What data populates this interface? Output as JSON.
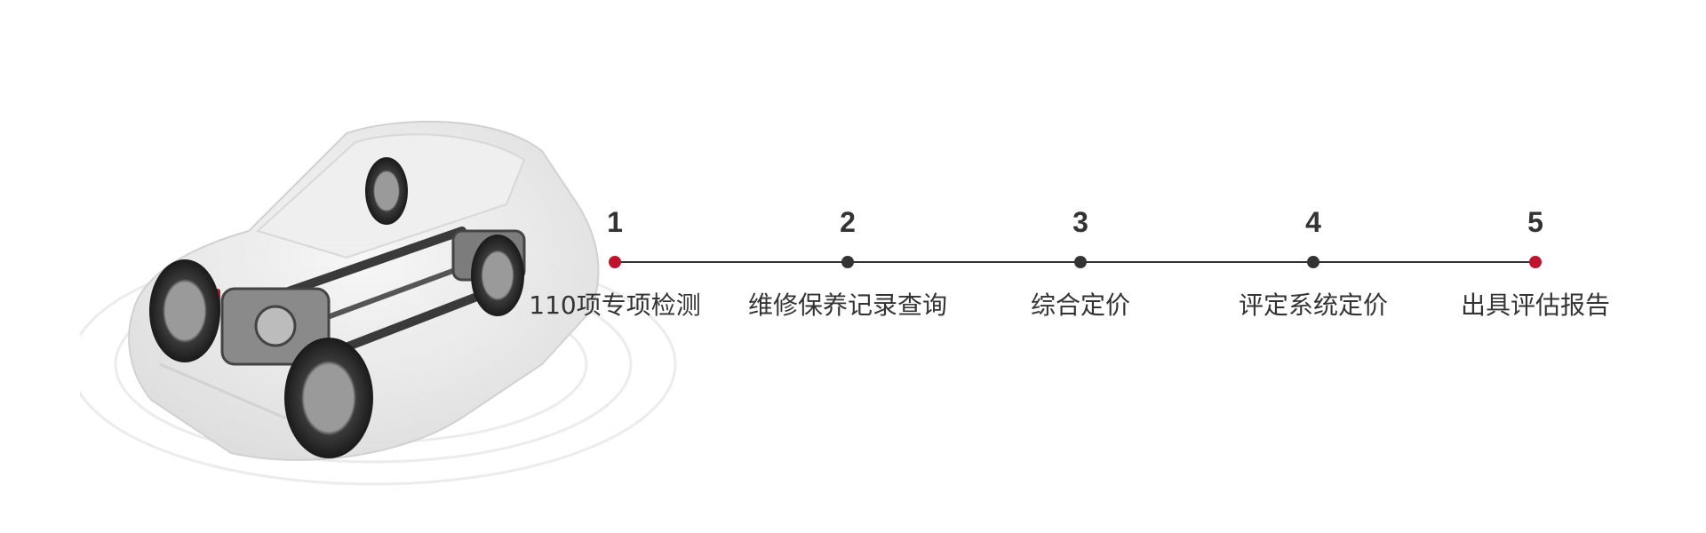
{
  "colors": {
    "accent_dot": "#c3132a",
    "normal_dot": "#333333",
    "line": "#333333",
    "text": "#333333"
  },
  "illustration": {
    "icon": "car-chassis-illustration"
  },
  "steps": [
    {
      "number": "1",
      "label": "110项专项检测",
      "dot": "accent"
    },
    {
      "number": "2",
      "label": "维修保养记录查询",
      "dot": "normal"
    },
    {
      "number": "3",
      "label": "综合定价",
      "dot": "normal"
    },
    {
      "number": "4",
      "label": "评定系统定价",
      "dot": "normal"
    },
    {
      "number": "5",
      "label": "出具评估报告",
      "dot": "accent"
    }
  ]
}
